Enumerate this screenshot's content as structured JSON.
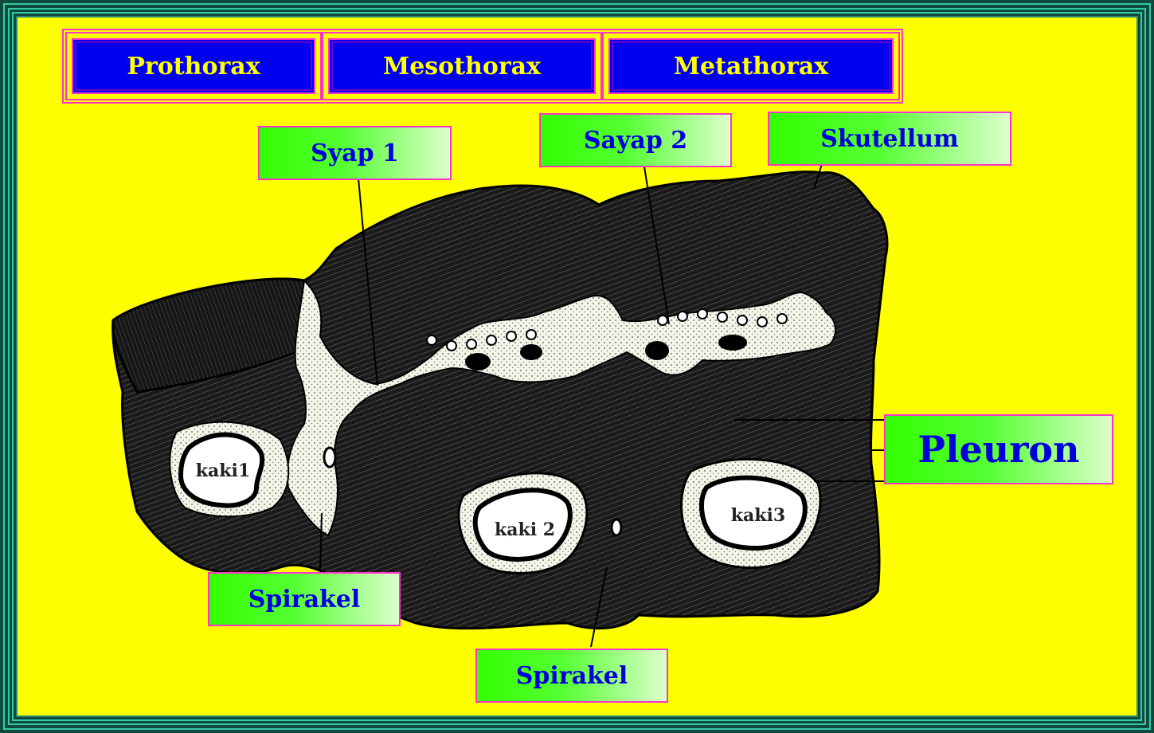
{
  "segments": {
    "prothorax": "Prothorax",
    "mesothorax": "Mesothorax",
    "metathorax": "Metathorax"
  },
  "labels": {
    "wing1": "Syap 1",
    "wing2": "Sayap 2",
    "scutellum": "Skutellum",
    "pleuron": "Pleuron",
    "spiracle_left": "Spirakel",
    "spiracle_bottom": "Spirakel"
  },
  "leg_labels": {
    "leg1": "kaki1",
    "leg2": "kaki 2",
    "leg3": "kaki3"
  },
  "colors": {
    "background": "#ffff00",
    "header_fill": "#0000ee",
    "header_text": "#ffff00",
    "label_fill": "#33ff00",
    "label_text": "#0000dd",
    "border_accent": "#ff33cc"
  }
}
